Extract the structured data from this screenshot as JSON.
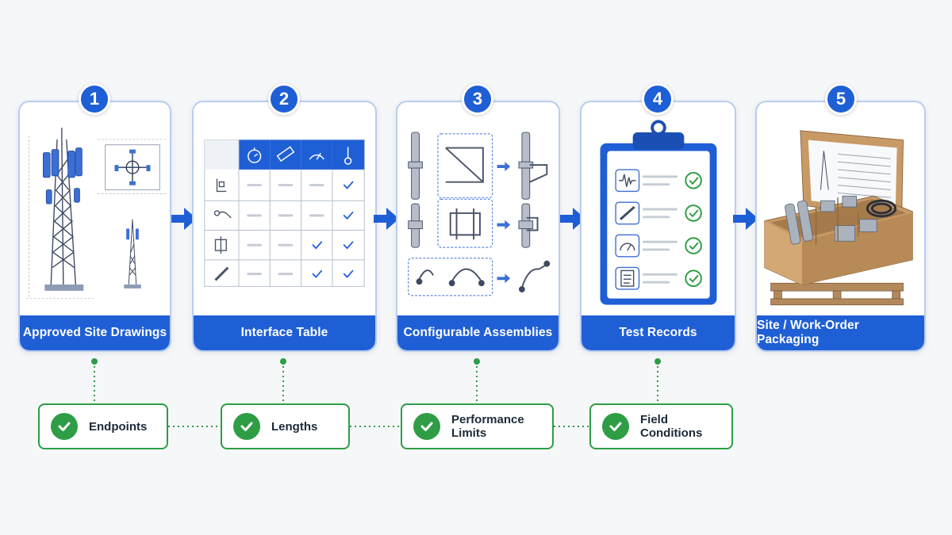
{
  "steps": [
    {
      "number": "1",
      "label": "Approved Site Drawings"
    },
    {
      "number": "2",
      "label": "Interface Table"
    },
    {
      "number": "3",
      "label": "Configurable Assemblies"
    },
    {
      "number": "4",
      "label": "Test Records"
    },
    {
      "number": "5",
      "label": "Site / Work-Order Packaging"
    }
  ],
  "interface_table": {
    "header_icons": [
      "stopwatch-icon",
      "ruler-icon",
      "gauge-icon",
      "thermometer-icon"
    ],
    "rows": [
      {
        "icon": "bracket-icon",
        "checks": [
          false,
          false,
          false,
          true
        ]
      },
      {
        "icon": "cable-connector-icon",
        "checks": [
          false,
          false,
          false,
          true
        ]
      },
      {
        "icon": "clamp-icon",
        "checks": [
          false,
          false,
          true,
          true
        ]
      },
      {
        "icon": "pipe-icon",
        "checks": [
          false,
          false,
          true,
          true
        ]
      }
    ]
  },
  "test_records": {
    "items": [
      {
        "icon": "waveform-icon",
        "passed": true
      },
      {
        "icon": "connector-icon",
        "passed": true
      },
      {
        "icon": "gauge-icon",
        "passed": true
      },
      {
        "icon": "report-icon",
        "passed": true
      }
    ]
  },
  "checks": [
    {
      "label": "Endpoints"
    },
    {
      "label": "Lengths"
    },
    {
      "label": "Performance Limits"
    },
    {
      "label": "Field Conditions"
    }
  ],
  "colors": {
    "primary": "#1f5fd6",
    "card_border": "#b9cdf0",
    "check_green": "#2e9d45",
    "background": "#f6f7f9"
  }
}
